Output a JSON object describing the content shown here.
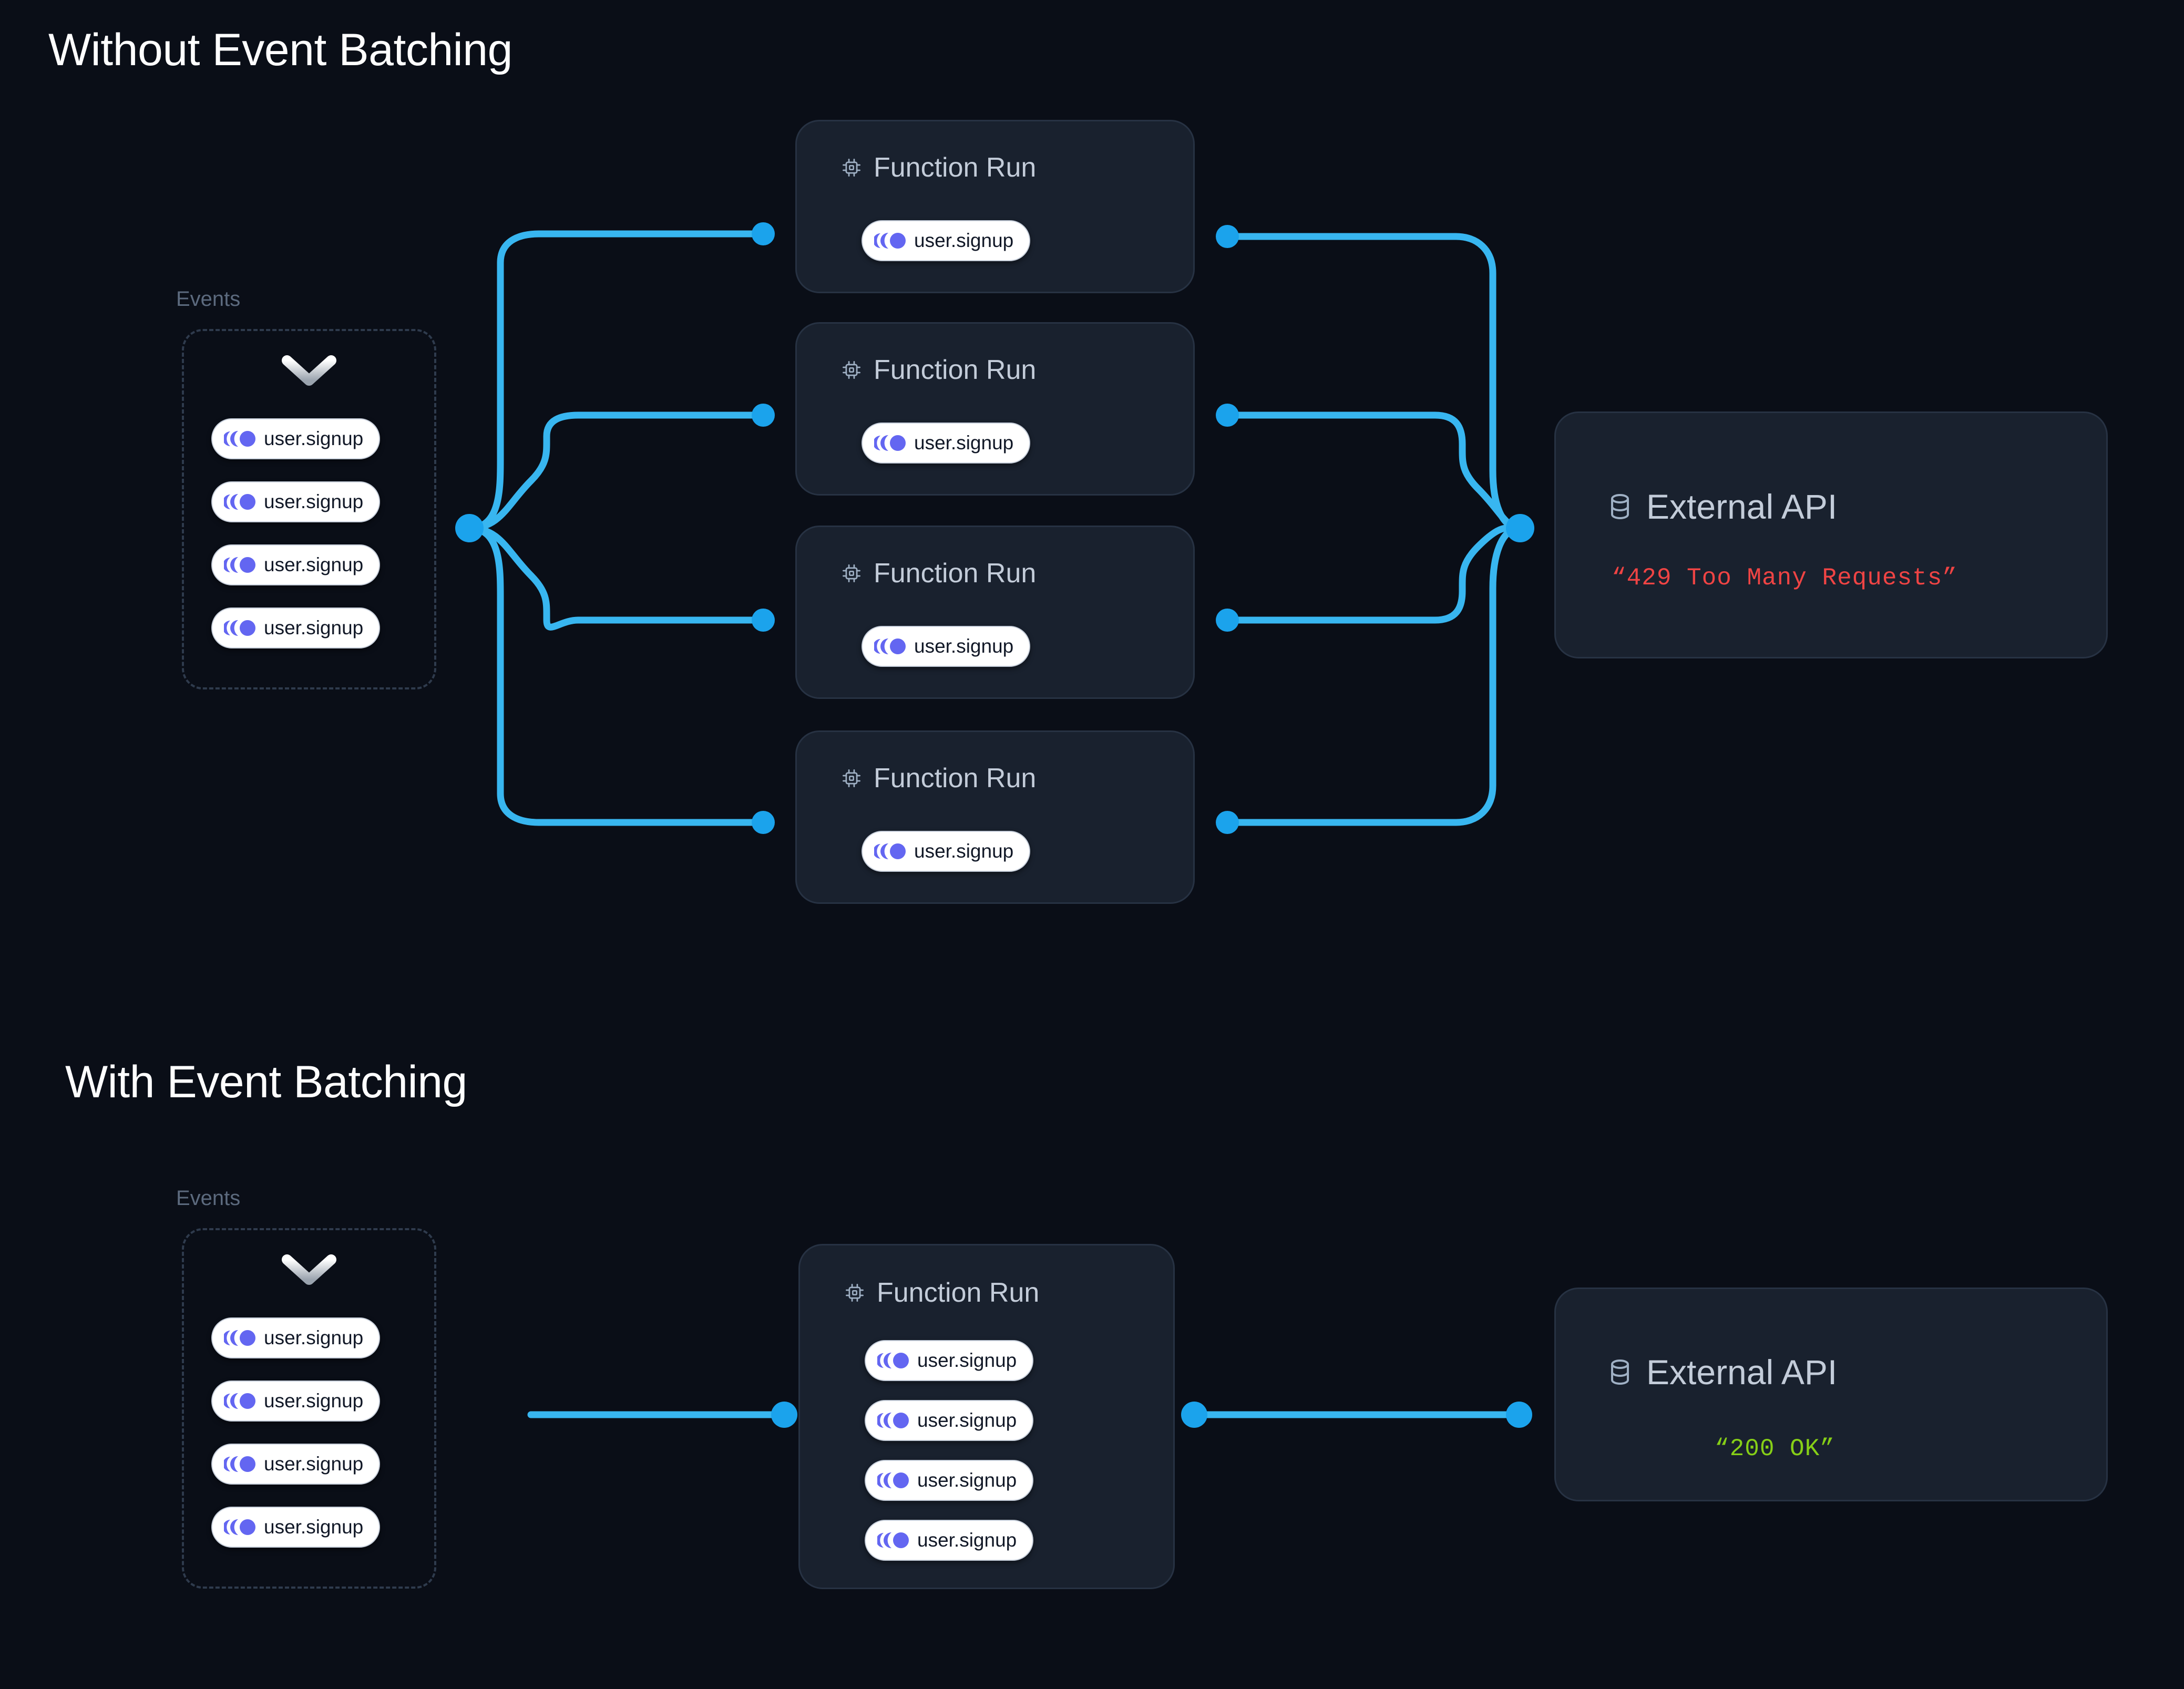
{
  "page": {
    "background": "#0a0e17",
    "accent_blue": "#1ba3ec",
    "event_icon_color": "#6366f1",
    "card_bg": "#19212e",
    "card_border": "#273243"
  },
  "sections": [
    {
      "id": "without",
      "title": "Without Event Batching",
      "events_group": {
        "label": "Events",
        "chevron_icon": "chevron-down-icon",
        "pills": [
          {
            "label": "user.signup",
            "icon": "event-signal-icon"
          },
          {
            "label": "user.signup",
            "icon": "event-signal-icon"
          },
          {
            "label": "user.signup",
            "icon": "event-signal-icon"
          },
          {
            "label": "user.signup",
            "icon": "event-signal-icon"
          }
        ]
      },
      "function_runs": [
        {
          "title": "Function Run",
          "icon": "cpu-chip-icon",
          "pills": [
            {
              "label": "user.signup",
              "icon": "event-signal-icon"
            }
          ]
        },
        {
          "title": "Function Run",
          "icon": "cpu-chip-icon",
          "pills": [
            {
              "label": "user.signup",
              "icon": "event-signal-icon"
            }
          ]
        },
        {
          "title": "Function Run",
          "icon": "cpu-chip-icon",
          "pills": [
            {
              "label": "user.signup",
              "icon": "event-signal-icon"
            }
          ]
        },
        {
          "title": "Function Run",
          "icon": "cpu-chip-icon",
          "pills": [
            {
              "label": "user.signup",
              "icon": "event-signal-icon"
            }
          ]
        }
      ],
      "external_api": {
        "title": "External API",
        "icon": "database-icon",
        "status": "“429 Too Many Requests”",
        "status_color": "#ef4444"
      }
    },
    {
      "id": "with",
      "title": "With Event Batching",
      "events_group": {
        "label": "Events",
        "chevron_icon": "chevron-down-icon",
        "pills": [
          {
            "label": "user.signup",
            "icon": "event-signal-icon"
          },
          {
            "label": "user.signup",
            "icon": "event-signal-icon"
          },
          {
            "label": "user.signup",
            "icon": "event-signal-icon"
          },
          {
            "label": "user.signup",
            "icon": "event-signal-icon"
          }
        ]
      },
      "function_runs": [
        {
          "title": "Function Run",
          "icon": "cpu-chip-icon",
          "pills": [
            {
              "label": "user.signup",
              "icon": "event-signal-icon"
            },
            {
              "label": "user.signup",
              "icon": "event-signal-icon"
            },
            {
              "label": "user.signup",
              "icon": "event-signal-icon"
            },
            {
              "label": "user.signup",
              "icon": "event-signal-icon"
            }
          ]
        }
      ],
      "external_api": {
        "title": "External API",
        "icon": "database-icon",
        "status": "“200 OK”",
        "status_color": "#86cf17"
      }
    }
  ]
}
